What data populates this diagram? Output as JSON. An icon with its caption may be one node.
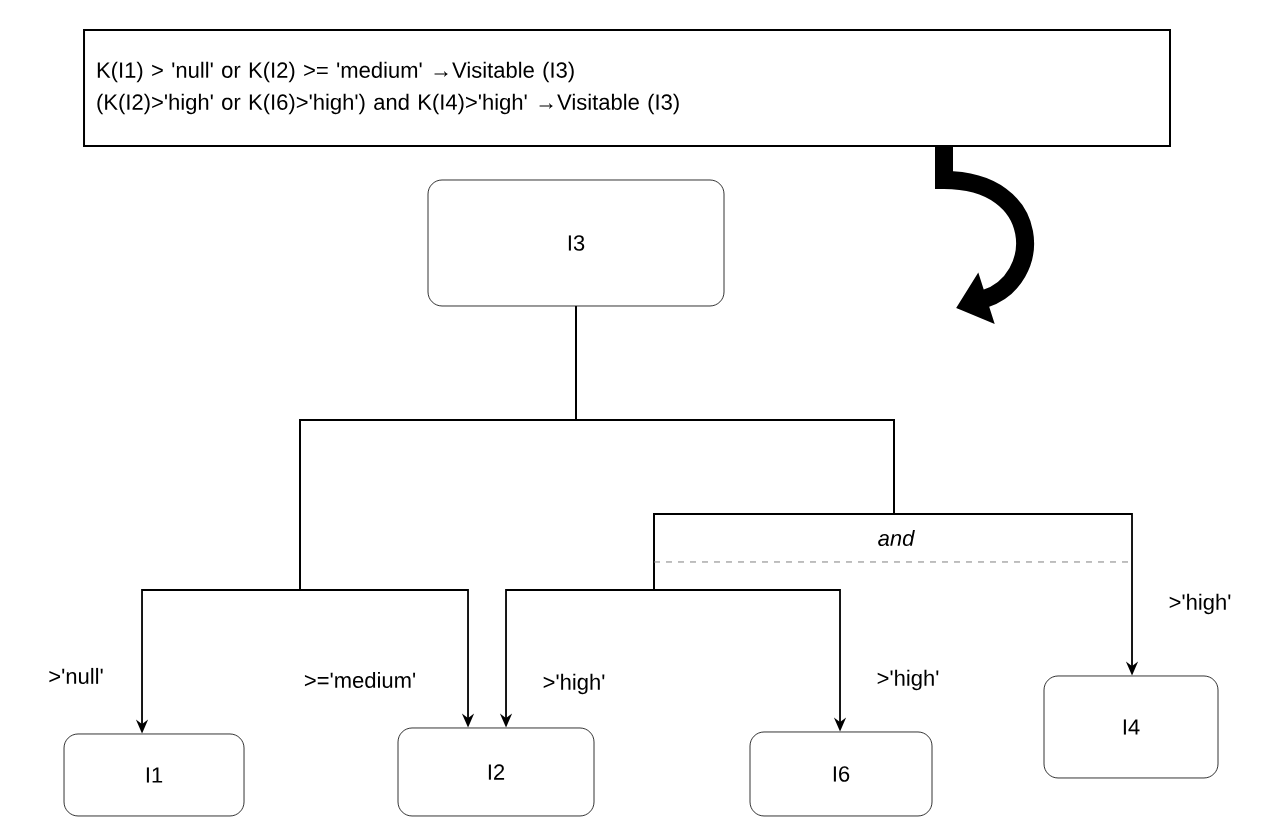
{
  "diagram": {
    "nodes": [
      {
        "text": [
          "K(I1) > 'null' or K(I2) >= 'medium' →Visitable (I3)",
          "(K(I2)>'high' or K(I6)>'high') and K(I4)>'high' →Visitable (I3)"
        ]
      },
      {
        "text": [
          "I3"
        ]
      },
      {
        "text": [
          "I1"
        ]
      },
      {
        "text": [
          "I2"
        ]
      },
      {
        "text": [
          "I6"
        ]
      },
      {
        "text": [
          "I4"
        ]
      }
    ],
    "edges": [
      {
        "from": 0,
        "to": null,
        "arrow": "to",
        "style": "thick"
      },
      {
        "from": 1,
        "to": 2,
        "arrow": "to",
        "label": ">'null'"
      },
      {
        "from": 1,
        "to": 3,
        "arrow": "to",
        "label": ">='medium'"
      },
      {
        "from": 1,
        "to": 3,
        "arrow": "to",
        "label": ">'high'"
      },
      {
        "from": 1,
        "to": 4,
        "arrow": "to",
        "label": ">'high'"
      },
      {
        "from": 1,
        "to": 5,
        "arrow": "to",
        "label": ">'high'"
      }
    ],
    "labels": [
      "and"
    ]
  }
}
